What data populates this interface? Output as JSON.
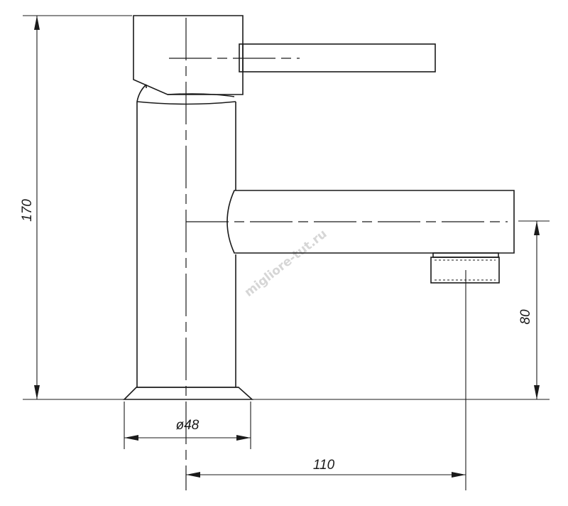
{
  "dimensions": {
    "total_height": "170",
    "spout_height": "80",
    "base_diameter": "ø48",
    "spout_reach": "110"
  },
  "watermark": "migliore-tut.ru"
}
